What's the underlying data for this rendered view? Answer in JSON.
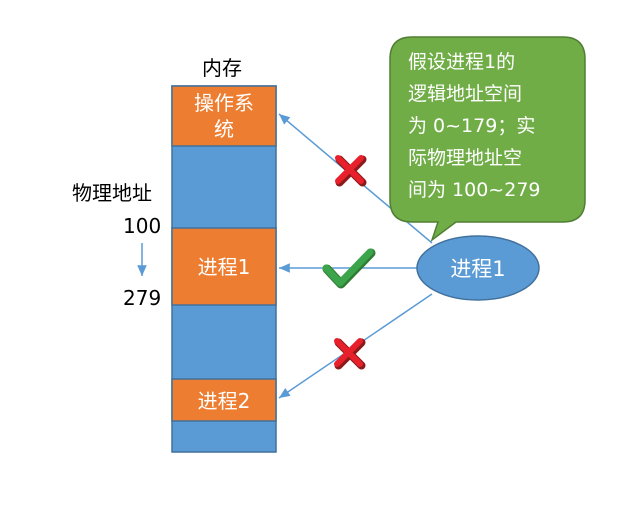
{
  "memory": {
    "title": "内存",
    "segments": [
      {
        "label_line1": "操作系",
        "label_line2": "统"
      },
      {
        "label": "进程1"
      },
      {
        "label": "进程2"
      }
    ]
  },
  "physical_address": {
    "label": "物理地址",
    "start": "100",
    "end": "279"
  },
  "process": {
    "label": "进程1"
  },
  "callout": {
    "lines": [
      "假设进程1的",
      "逻辑地址空间",
      "为 0~179；实",
      "际物理地址空",
      "间为 100~279"
    ]
  },
  "colors": {
    "memory_blue": "#5b9bd5",
    "segment_orange": "#ed7d31",
    "callout_green": "#70ad47",
    "check_green": "#3ca44a",
    "cross_red": "#e8202b",
    "arrow_blue": "#5b9bd5"
  },
  "icons": [
    "cross-icon",
    "check-icon",
    "cross-icon"
  ]
}
